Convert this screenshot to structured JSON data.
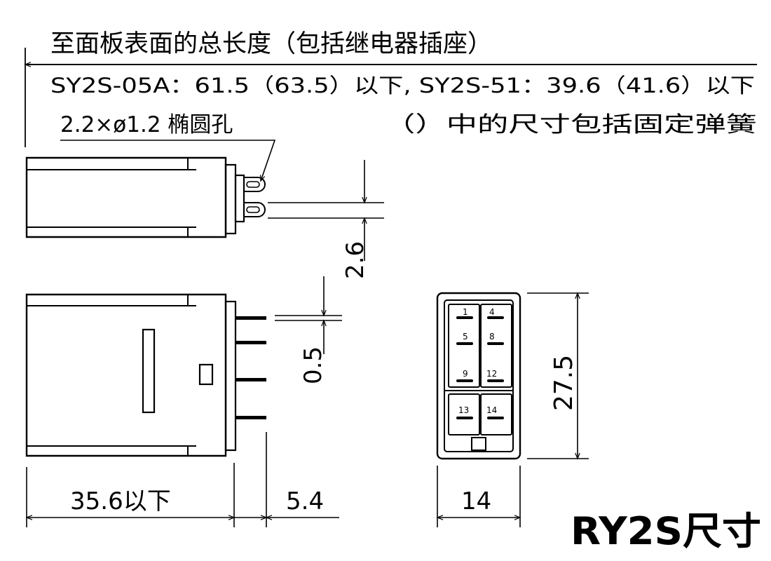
{
  "header": {
    "line1": "至面板表面的总长度（包括继电器插座）",
    "line2": "SY2S-05A：61.5（63.5）以下, SY2S-51：39.6（41.6）以下",
    "hole_note": "2.2×ø1.2 椭圆孔",
    "paren_note": "（）中的尺寸包括固定弹簧"
  },
  "dimensions": {
    "pin_pitch": "2.6",
    "pin_thickness": "0.5",
    "body_length": "35.6以下",
    "pin_length": "5.4",
    "width": "14",
    "height": "27.5"
  },
  "pins": {
    "p1": "1",
    "p4": "4",
    "p5": "5",
    "p8": "8",
    "p9": "9",
    "p12": "12",
    "p13": "13",
    "p14": "14"
  },
  "caption": "RY2S尺寸"
}
